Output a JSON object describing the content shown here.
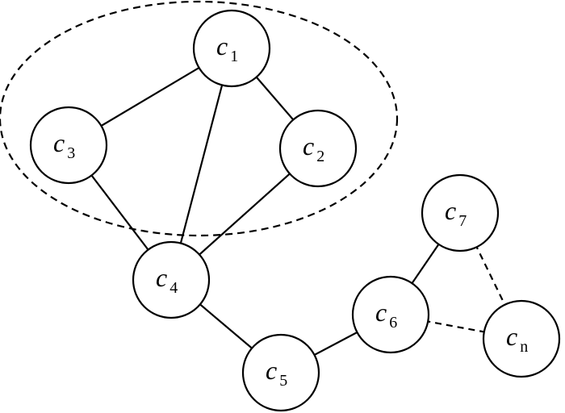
{
  "diagram": {
    "nodes": [
      {
        "id": "c1",
        "letter": "c",
        "subscript": "1"
      },
      {
        "id": "c2",
        "letter": "c",
        "subscript": "2"
      },
      {
        "id": "c3",
        "letter": "c",
        "subscript": "3"
      },
      {
        "id": "c4",
        "letter": "c",
        "subscript": "4"
      },
      {
        "id": "c5",
        "letter": "c",
        "subscript": "5"
      },
      {
        "id": "c6",
        "letter": "c",
        "subscript": "6"
      },
      {
        "id": "c7",
        "letter": "c",
        "subscript": "7"
      },
      {
        "id": "cn",
        "letter": "c",
        "subscript": "n",
        "subscript_italic": true
      }
    ],
    "edges": [
      {
        "from": "c1",
        "to": "c3",
        "style": "solid"
      },
      {
        "from": "c1",
        "to": "c2",
        "style": "solid"
      },
      {
        "from": "c1",
        "to": "c4",
        "style": "solid"
      },
      {
        "from": "c3",
        "to": "c4",
        "style": "solid"
      },
      {
        "from": "c2",
        "to": "c4",
        "style": "solid"
      },
      {
        "from": "c4",
        "to": "c5",
        "style": "solid"
      },
      {
        "from": "c5",
        "to": "c6",
        "style": "solid"
      },
      {
        "from": "c6",
        "to": "c7",
        "style": "solid"
      },
      {
        "from": "c6",
        "to": "cn",
        "style": "dashed"
      },
      {
        "from": "c7",
        "to": "cn",
        "style": "dashed"
      }
    ],
    "groups": [
      {
        "members": [
          "c1",
          "c2",
          "c3"
        ],
        "style": "dashed"
      }
    ]
  }
}
